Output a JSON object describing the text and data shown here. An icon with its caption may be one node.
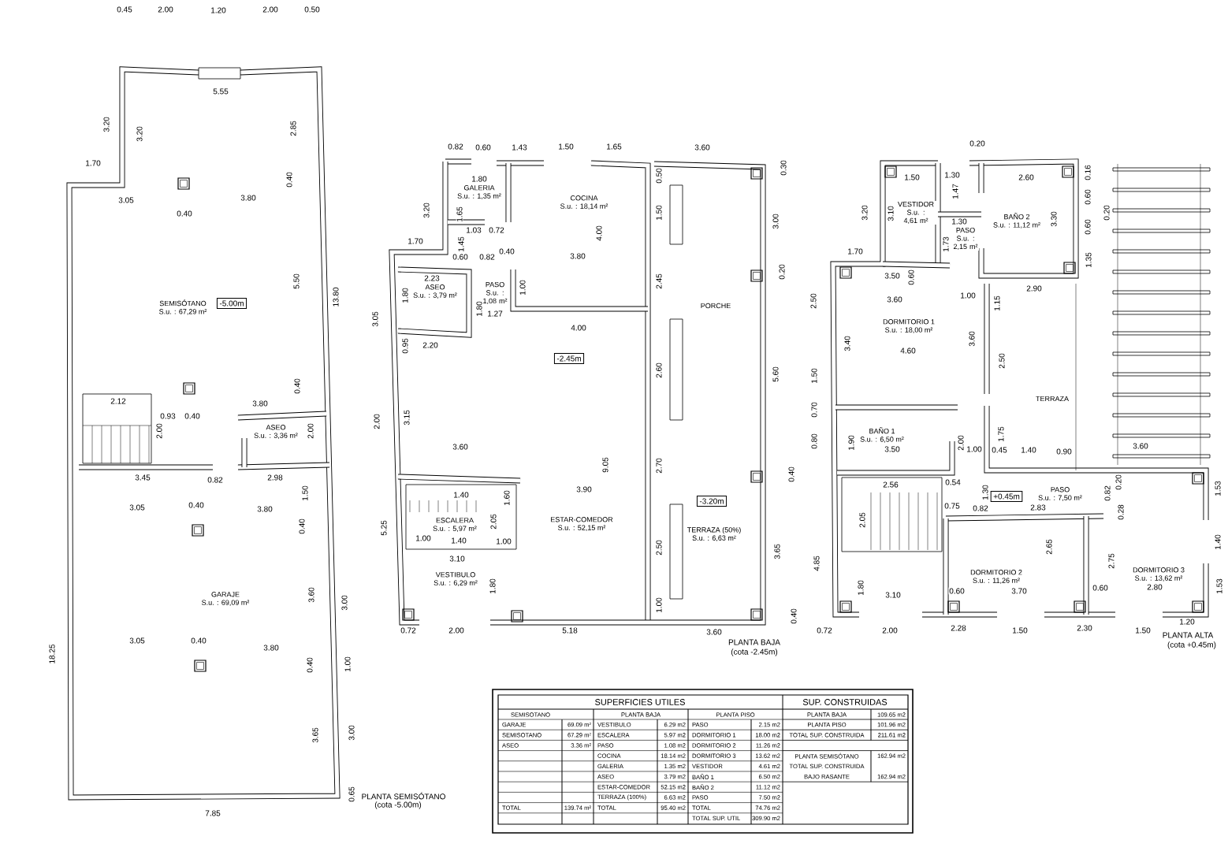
{
  "diagram": {
    "nodes": [
      {
        "text": [
          "SEMISÓTANO",
          "S.u. : 67,29 m²"
        ]
      },
      {
        "text": [
          "-5.00m"
        ]
      },
      {
        "text": [
          "ASEO",
          "S.u. : 3,36 m²"
        ]
      },
      {
        "text": [
          "GARAJE",
          "S.u. : 69,09 m²"
        ]
      },
      {
        "text": [
          "GALERIA",
          "S.u. : 1,35 m²"
        ]
      },
      {
        "text": [
          "COCINA",
          "S.u. : 18,14 m²"
        ]
      },
      {
        "text": [
          "ASEO",
          "S.u. : 3,79 m²"
        ]
      },
      {
        "text": [
          "PASO",
          "S.u. : 1,08 m²"
        ]
      },
      {
        "text": [
          "PORCHE"
        ]
      },
      {
        "text": [
          "-2.45m"
        ]
      },
      {
        "text": [
          "ESCALERA",
          "S.u. : 5,97 m²"
        ]
      },
      {
        "text": [
          "ESTAR-COMEDOR",
          "S.u. : 52,15 m²"
        ]
      },
      {
        "text": [
          "-3.20m"
        ]
      },
      {
        "text": [
          "TERRAZA (50%)",
          "S.u. : 6,63 m²"
        ]
      },
      {
        "text": [
          "VESTIBULO",
          "S.u. : 6,29 m²"
        ]
      },
      {
        "text": [
          "VESTIDOR",
          "S.u. : 4,61 m²"
        ]
      },
      {
        "text": [
          "BAÑO 2",
          "S.u. : 11,12 m²"
        ]
      },
      {
        "text": [
          "PASO",
          "S.u. : 2,15 m²"
        ]
      },
      {
        "text": [
          "DORMITORIO 1",
          "S.u. : 18,00 m²"
        ]
      },
      {
        "text": [
          "TERRAZA"
        ]
      },
      {
        "text": [
          "BAÑO 1",
          "S.u. : 6,50 m²"
        ]
      },
      {
        "text": [
          "+0.45m"
        ]
      },
      {
        "text": [
          "PASO",
          "S.u. : 7,50 m²"
        ]
      },
      {
        "text": [
          "DORMITORIO 2",
          "S.u. : 11,26 m²"
        ]
      },
      {
        "text": [
          "DORMITORIO 3",
          "S.u. : 13,62 m²"
        ]
      }
    ],
    "labels": [
      "0.45",
      "2.00",
      "1.20",
      "2.00",
      "0.50",
      "5.55",
      "3.20",
      "3.20",
      "2.85",
      "1.70",
      "0.40",
      "3.05",
      "0.40",
      "3.80",
      "5.50",
      "13.80",
      "0.40",
      "2.12",
      "3.80",
      "0.93",
      "0.40",
      "2.00",
      "2.00",
      "3.45",
      "0.82",
      "2.98",
      "1.50",
      "3.05",
      "0.40",
      "3.80",
      "0.40",
      "18.25",
      "3.60",
      "3.00",
      "3.05",
      "0.40",
      "3.80",
      "0.40",
      "1.00",
      "3.65",
      "3.00",
      "0.65",
      "7.85",
      "PLANTA SEMISÓTANO",
      "(cota -5.00m)",
      "0.82",
      "0.60",
      "1.43",
      "1.50",
      "1.65",
      "3.60",
      "0.30",
      "1.80",
      "0.50",
      "3.20",
      "1.65",
      "1.50",
      "3.00",
      "1.03",
      "0.72",
      "4.00",
      "1.70",
      "1.45",
      "0.40",
      "0.60",
      "0.82",
      "3.80",
      "0.20",
      "2.23",
      "1.00",
      "2.45",
      "1.80",
      "1.80",
      "1.27",
      "3.05",
      "4.00",
      "2.20",
      "0.95",
      "2.60",
      "5.60",
      "2.00",
      "3.15",
      "3.60",
      "9.05",
      "2.70",
      "0.40",
      "1.40",
      "3.90",
      "1.60",
      "2.05",
      "5.25",
      "1.00",
      "1.40",
      "1.00",
      "2.50",
      "3.65",
      "3.10",
      "1.80",
      "1.00",
      "0.40",
      "0.72",
      "2.00",
      "5.18",
      "3.60",
      "PLANTA BAJA",
      "(cota -2.45m)",
      "0.20",
      "1.50",
      "1.30",
      "2.60",
      "0.16",
      "1.47",
      "3.20",
      "3.10",
      "3.30",
      "0.60",
      "0.20",
      "1.30",
      "0.60",
      "1.73",
      "1.70",
      "1.35",
      "3.50",
      "0.60",
      "2.50",
      "3.60",
      "1.00",
      "2.90",
      "1.15",
      "3.40",
      "4.60",
      "3.60",
      "2.50",
      "1.50",
      "0.70",
      "0.80",
      "1.90",
      "2.00",
      "1.75",
      "3.50",
      "1.00",
      "0.45",
      "1.40",
      "0.90",
      "3.60",
      "2.56",
      "0.54",
      "1.30",
      "0.82",
      "0.20",
      "1.53",
      "0.75",
      "0.82",
      "2.83",
      "0.28",
      "2.05",
      "2.65",
      "1.40",
      "4.85",
      "2.75",
      "1.80",
      "3.10",
      "0.60",
      "3.70",
      "0.60",
      "2.80",
      "1.53",
      "0.72",
      "2.00",
      "2.28",
      "1.50",
      "2.30",
      "1.50",
      "1.20",
      "PLANTA ALTA",
      "(cota +0.45m)",
      "SUPERFICIES UTILES",
      "SUP. CONSTRUIDAS",
      "SEMISOTANO",
      "PLANTA BAJA",
      "PLANTA PISO",
      "PLANTA BAJA",
      "109.65 m2",
      "GARAJE",
      "69.09 m²",
      "VESTIBULO",
      "6.29 m2",
      "PASO",
      "2.15 m2",
      "PLANTA PISO",
      "101.96 m2",
      "SEMISOTANO",
      "67.29 m²",
      "ESCALERA",
      "5.97 m2",
      "DORMITORIO 1",
      "18.00 m2",
      "TOTAL SUP. CONSTRUIDA",
      "211.61 m2",
      "ASEO",
      "3.36 m²",
      "PASO",
      "1.08 m2",
      "DORMITORIO 2",
      "11.26 m2",
      "COCINA",
      "18.14 m2",
      "DORMITORIO 3",
      "13.62 m2",
      "PLANTA SEMISÓTANO",
      "162.94 m2",
      "GALERIA",
      "1.35 m2",
      "VESTIDOR",
      "4.61 m2",
      "TOTAL SUP. CONSTRUIDA",
      "ASEO",
      "3.79 m2",
      "BAÑO 1",
      "6.50 m2",
      "BAJO RASANTE",
      "162.94 m2",
      "ESTAR-COMEDOR",
      "52.15 m2",
      "BAÑO 2",
      "11.12 m2",
      "TERRAZA (100%)",
      "6.63 m2",
      "PASO",
      "7.50 m2",
      "TOTAL",
      "139.74 m²",
      "TOTAL",
      "95.40 m2",
      "TOTAL",
      "74.76 m2",
      "TOTAL SUP. UTIL",
      "309.90 m2"
    ]
  }
}
